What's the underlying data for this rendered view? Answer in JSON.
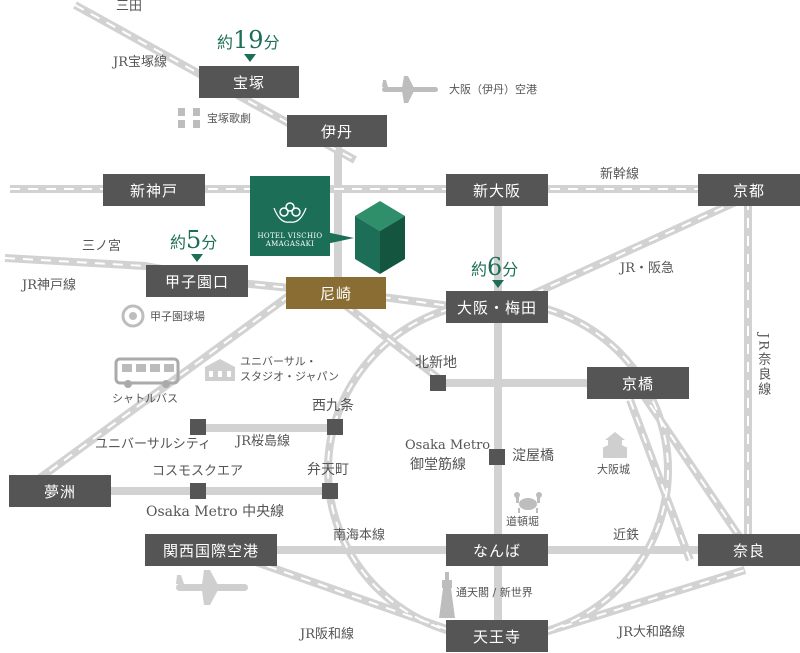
{
  "map": {
    "stations": {
      "takarazuka": "宝塚",
      "itami": "伊丹",
      "shinkobe": "新神戸",
      "shinosaka": "新大阪",
      "kyoto": "京都",
      "koshienguchi": "甲子園口",
      "amagasaki": "尼崎",
      "osaka_umeda": "大阪・梅田",
      "kyobashi": "京橋",
      "yumeshima": "夢洲",
      "kix": "関西国際空港",
      "namba": "なんば",
      "nara": "奈良",
      "tennoji": "天王寺"
    },
    "small_stations": {
      "sanda": "三田",
      "sannomiya": "三ノ宮",
      "kitashinchi": "北新地",
      "nishikujo": "西九条",
      "universal_city": "ユニバーサルシティ",
      "cosmo_square": "コスモスクエア",
      "bentencho": "弁天町",
      "yodoyabashi": "淀屋橋"
    },
    "lines": {
      "jr_takarazuka": "JR宝塚線",
      "jr_kobe": "JR神戸線",
      "shinkansen": "新幹線",
      "jr_hankyu": "JR・阪急",
      "jr_nara": "JR奈良線",
      "jr_sakurajima": "JR桜島線",
      "metro_chuo": "Osaka Metro 中央線",
      "metro_midosuji_1": "Osaka Metro",
      "metro_midosuji_2": "御堂筋線",
      "nankai": "南海本線",
      "kintetsu": "近鉄",
      "jr_hanwa": "JR阪和線",
      "jr_yamatoji": "JR大和路線"
    },
    "landmarks": {
      "itami_airport": "大阪（伊丹）空港",
      "takarazuka_theater": "宝塚歌劇",
      "koshien_stadium": "甲子園球場",
      "usj_line1": "ユニバーサル・",
      "usj_line2": "スタジオ・ジャパン",
      "shuttle_bus": "シャトルバス",
      "osaka_castle": "大阪城",
      "dotonbori": "道頓堀",
      "tsutenkaku": "通天閣 / 新世界"
    },
    "travel_times": {
      "takarazuka": {
        "prefix": "約",
        "value": "19",
        "unit": "分"
      },
      "koshienguchi": {
        "prefix": "約",
        "value": "5",
        "unit": "分"
      },
      "osaka_umeda": {
        "prefix": "約",
        "value": "6",
        "unit": "分"
      }
    },
    "hotel": {
      "line1": "HOTEL VISCHIO",
      "line2": "AMAGASAKI"
    },
    "colors": {
      "station": "#555555",
      "hub": "#8a6d32",
      "accent": "#1d6e56",
      "track": "#d4d4d4"
    }
  }
}
